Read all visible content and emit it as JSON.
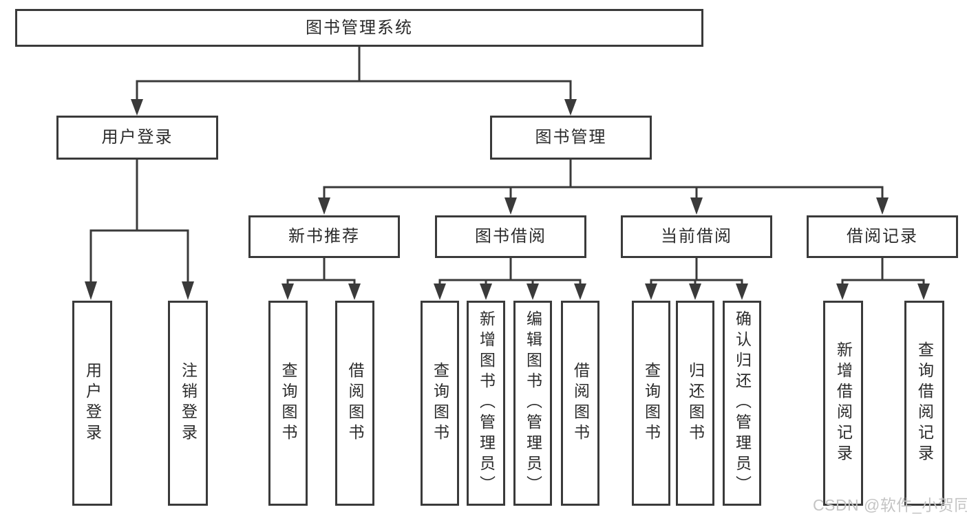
{
  "tree": {
    "label": "图书管理系统",
    "children": [
      {
        "label": "用户登录",
        "children": [
          {
            "label": "用户登录"
          },
          {
            "label": "注销登录"
          }
        ]
      },
      {
        "label": "图书管理",
        "children": [
          {
            "label": "新书推荐",
            "children": [
              {
                "label": "查询图书"
              },
              {
                "label": "借阅图书"
              }
            ]
          },
          {
            "label": "图书借阅",
            "children": [
              {
                "label": "查询图书"
              },
              {
                "label": "新增图书（管理员）"
              },
              {
                "label": "编辑图书（管理员）"
              },
              {
                "label": "借阅图书"
              }
            ]
          },
          {
            "label": "当前借阅",
            "children": [
              {
                "label": "查询图书"
              },
              {
                "label": "归还图书"
              },
              {
                "label": "确认归还（管理员）"
              }
            ]
          },
          {
            "label": "借阅记录",
            "children": [
              {
                "label": "新增借阅记录"
              },
              {
                "label": "查询借阅记录"
              }
            ]
          }
        ]
      }
    ]
  },
  "watermark": "CSDN @软件_小贺同学",
  "colors": {
    "line": "#3a3a3a",
    "text": "#2b2b2b",
    "watermark": "#c4c4c4",
    "background": "#ffffff"
  }
}
